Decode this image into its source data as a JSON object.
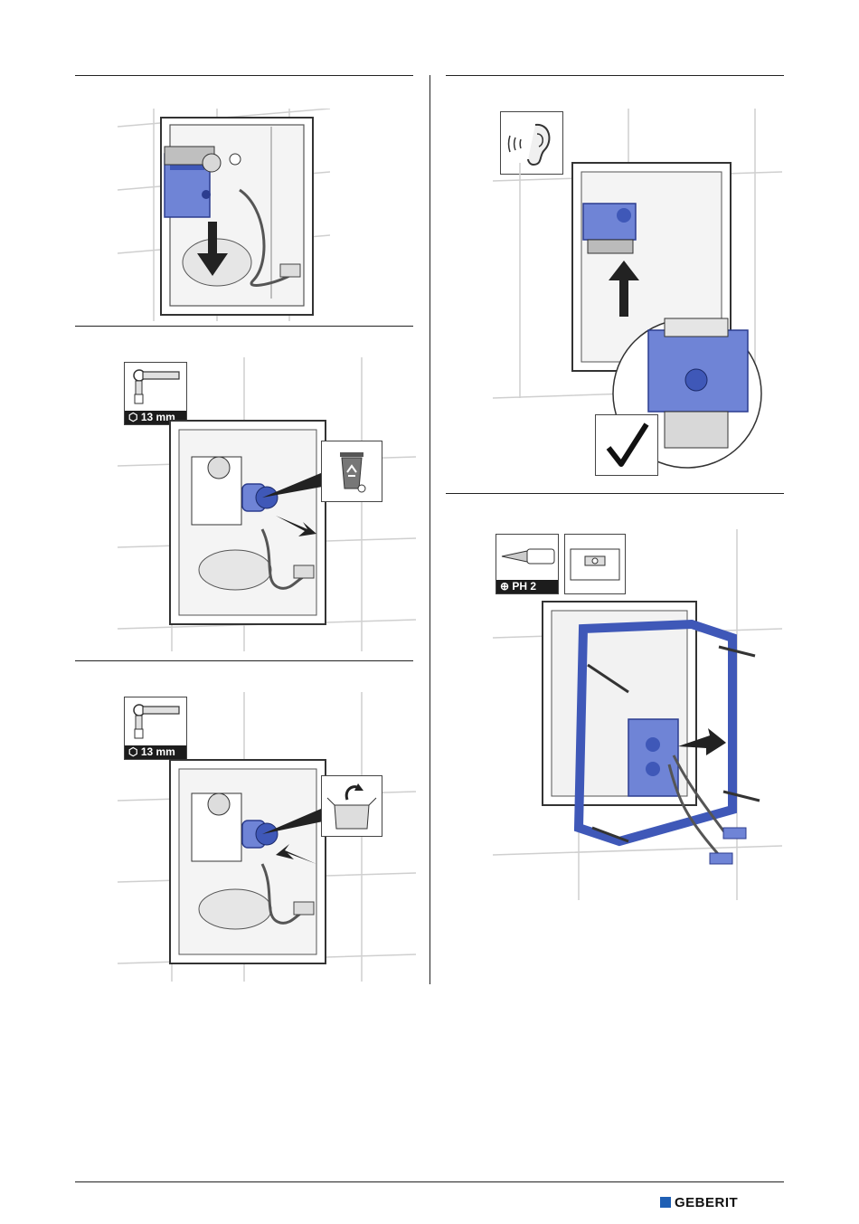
{
  "tools": {
    "wrench_size": "13 mm",
    "screwdriver_size": "PH 2"
  },
  "brand": {
    "logo_text": "GEBERIT",
    "logo_color": "#1f5fb4"
  },
  "colors": {
    "part_blue": "#6f84d6",
    "part_blue_dark": "#3f58b8",
    "line": "#333333",
    "tile": "#cfcfcf"
  },
  "icons": [
    "ear-listen-icon",
    "wrench-icon",
    "recycle-bin-icon",
    "open-box-icon",
    "screwdriver-icon",
    "spirit-level-icon",
    "checkmark-icon"
  ]
}
